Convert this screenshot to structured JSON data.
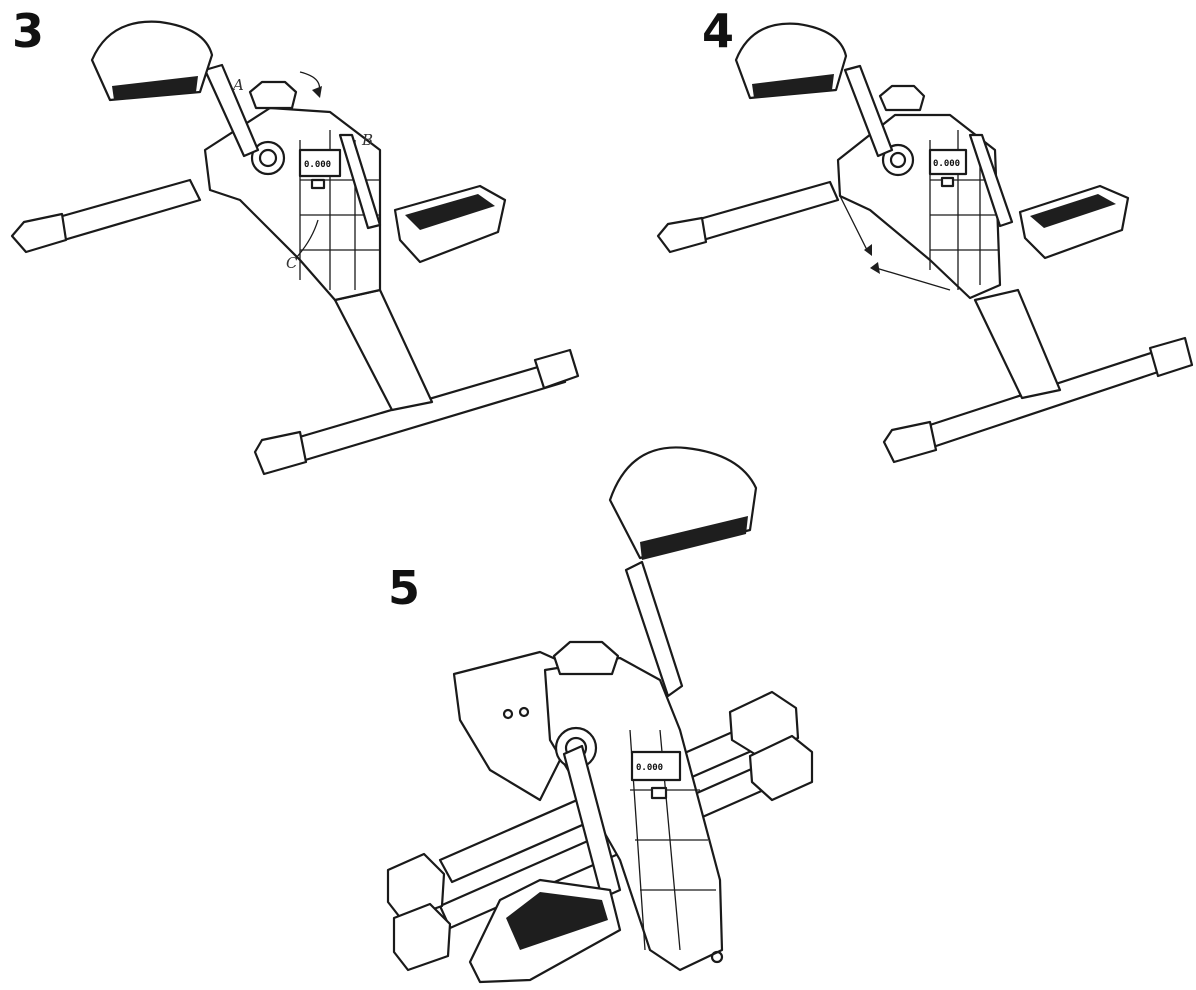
{
  "steps": [
    {
      "number": "3",
      "labels": [
        "A",
        "B",
        "C"
      ],
      "display_text": "0.000"
    },
    {
      "number": "4",
      "display_text": "0.000"
    },
    {
      "number": "5",
      "display_text": "0.000"
    }
  ]
}
